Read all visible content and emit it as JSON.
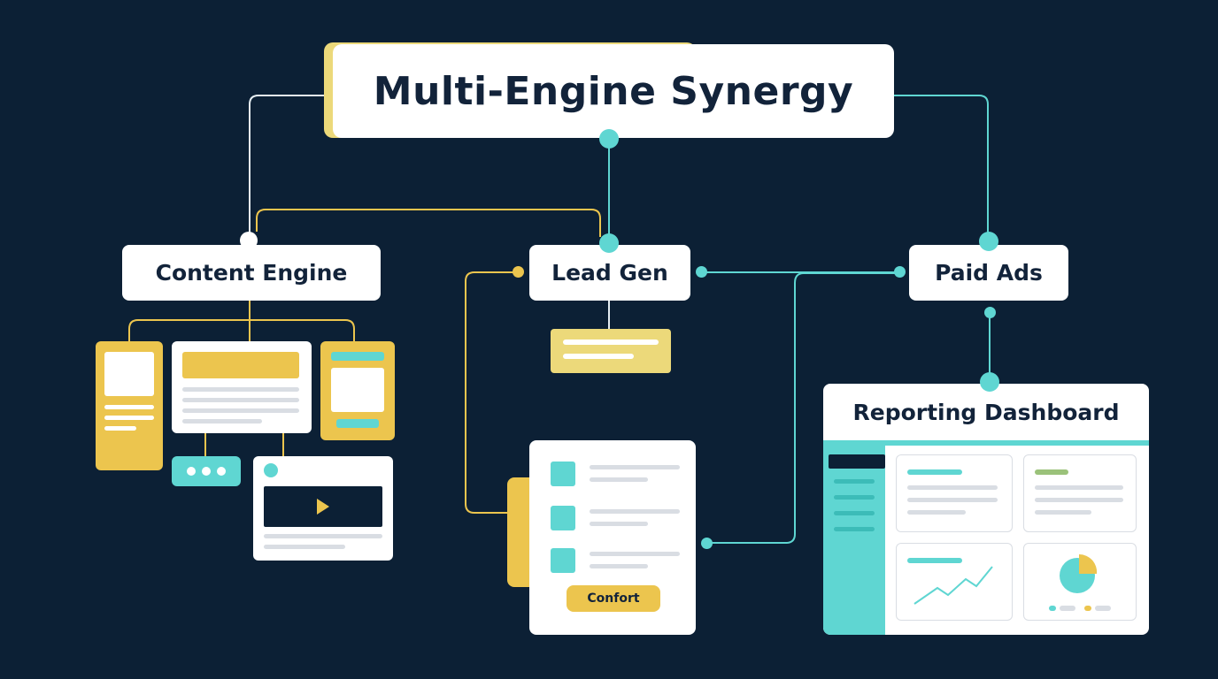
{
  "title": "Multi-Engine Synergy",
  "nodes": {
    "content_engine": "Content Engine",
    "lead_gen": "Lead Gen",
    "paid_ads": "Paid Ads",
    "reporting_dashboard": "Reporting Dashboard"
  },
  "form": {
    "button_label": "Confort"
  },
  "colors": {
    "background": "#0c2035",
    "teal": "#5fd6d2",
    "yellow": "#ecc54e",
    "card": "#ffffff",
    "text": "#12233a"
  },
  "icons": [
    "play-icon",
    "line-chart-icon",
    "pie-chart-icon",
    "ellipsis-icon"
  ]
}
